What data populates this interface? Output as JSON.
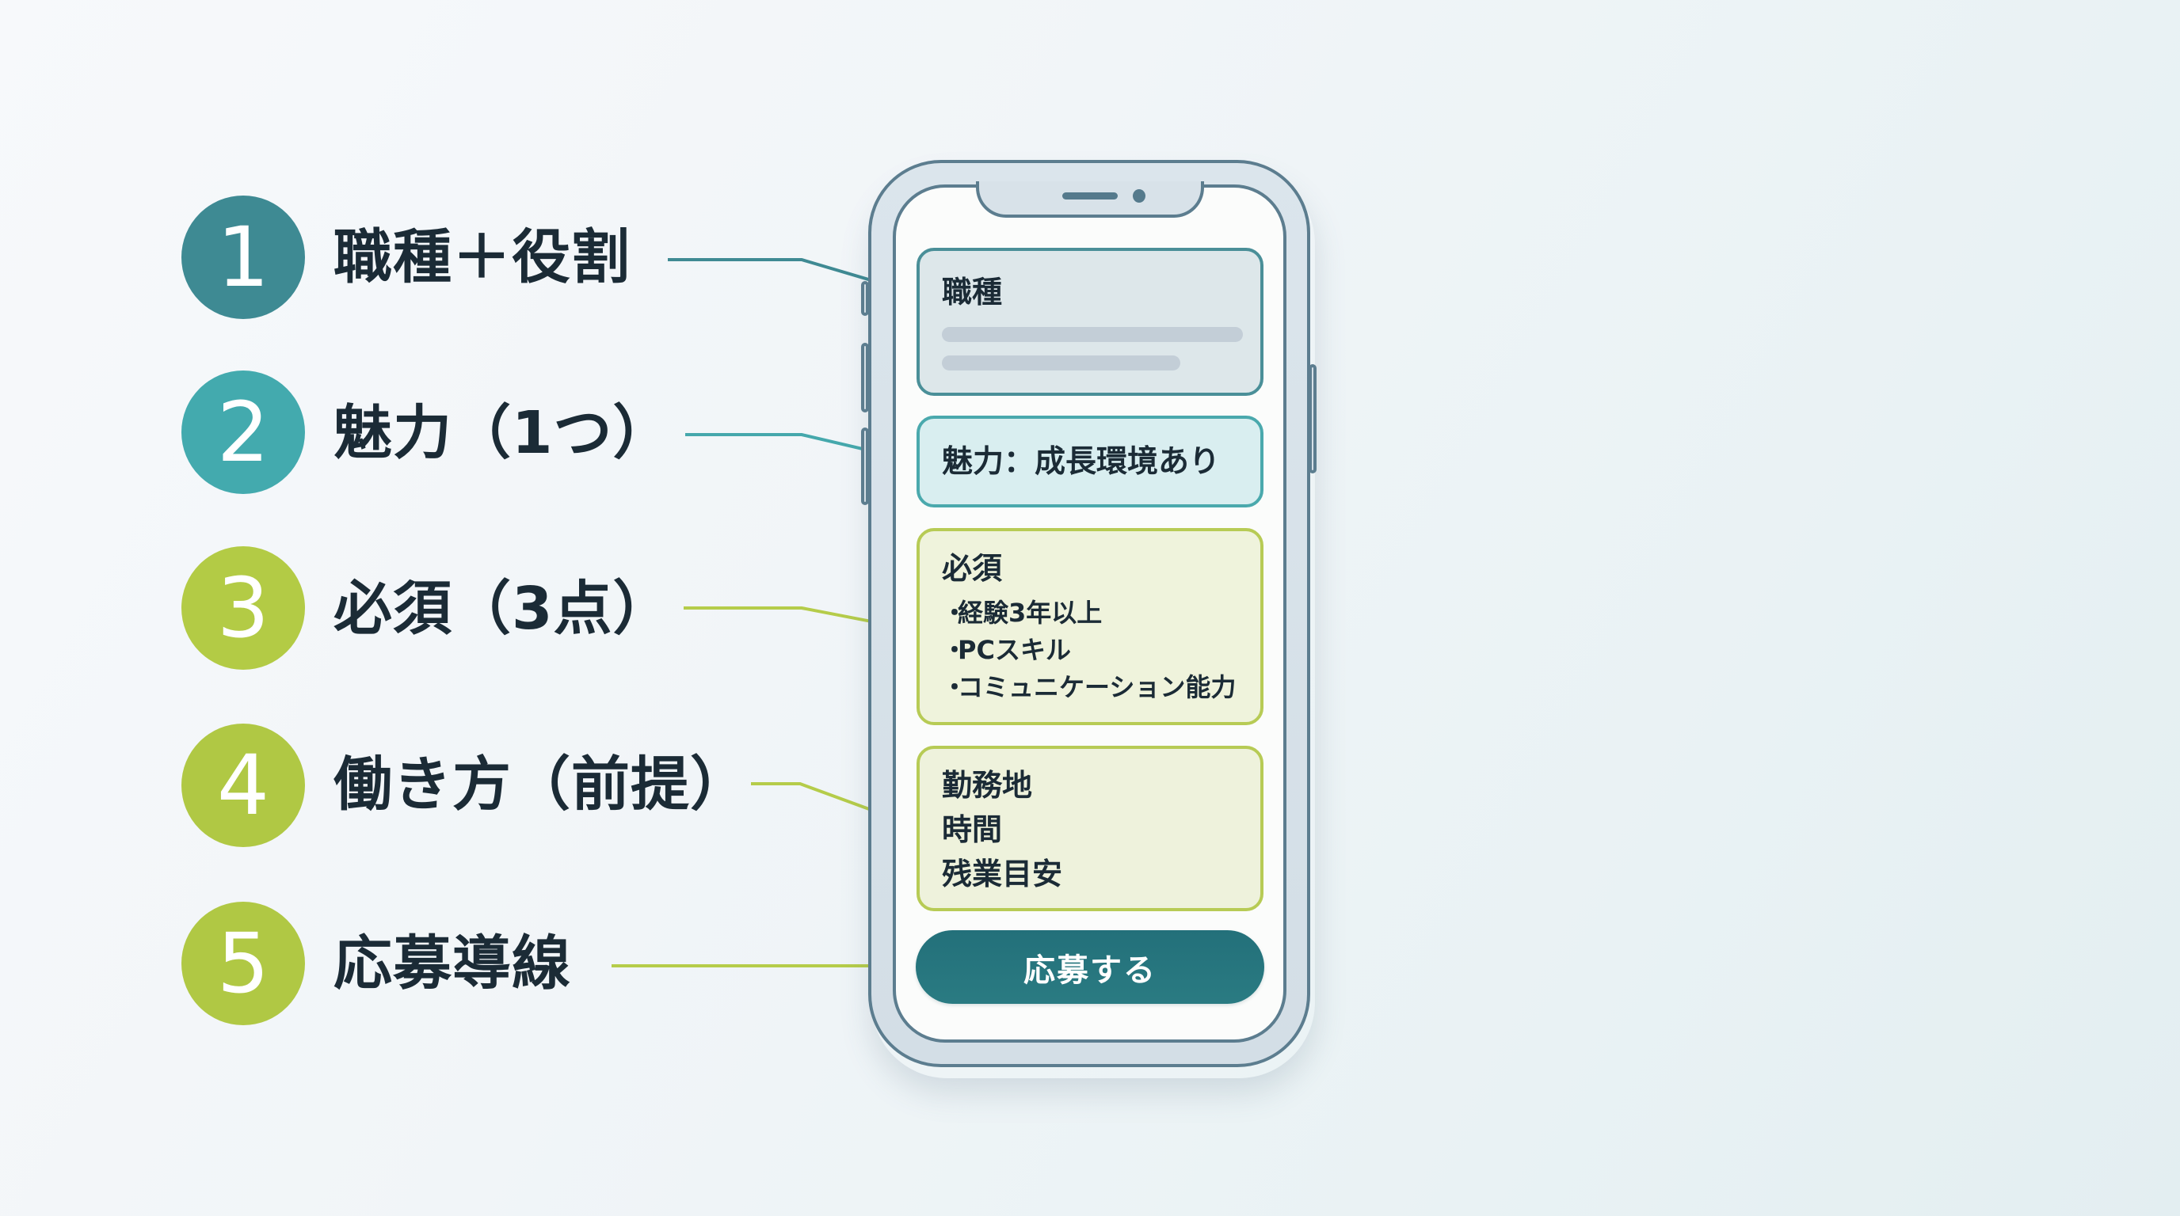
{
  "colors": {
    "step1": "#3e8a93",
    "step2": "#43aaae",
    "step3": "#b3cb45",
    "step4": "#b0c844",
    "step5": "#b0c844",
    "phone_stroke": "#5c7d8f",
    "button": "#25747a"
  },
  "steps": [
    {
      "number": "1",
      "label": "職種＋役割"
    },
    {
      "number": "2",
      "label": "魅力（1つ）"
    },
    {
      "number": "3",
      "label": "必須（3点）"
    },
    {
      "number": "4",
      "label": "働き方（前提）"
    },
    {
      "number": "5",
      "label": "応募導線"
    }
  ],
  "phone": {
    "job_card": {
      "title": "職種"
    },
    "appeal_card": {
      "text": "魅力：成長環境あり"
    },
    "requirements_card": {
      "title": "必須",
      "bullet": "・",
      "items": [
        "経験3年以上",
        "PCスキル",
        "コミュニケーション能力"
      ]
    },
    "conditions_card": {
      "items": [
        "勤務地",
        "時間",
        "残業目安"
      ]
    },
    "apply_button": {
      "label": "応募する"
    }
  }
}
